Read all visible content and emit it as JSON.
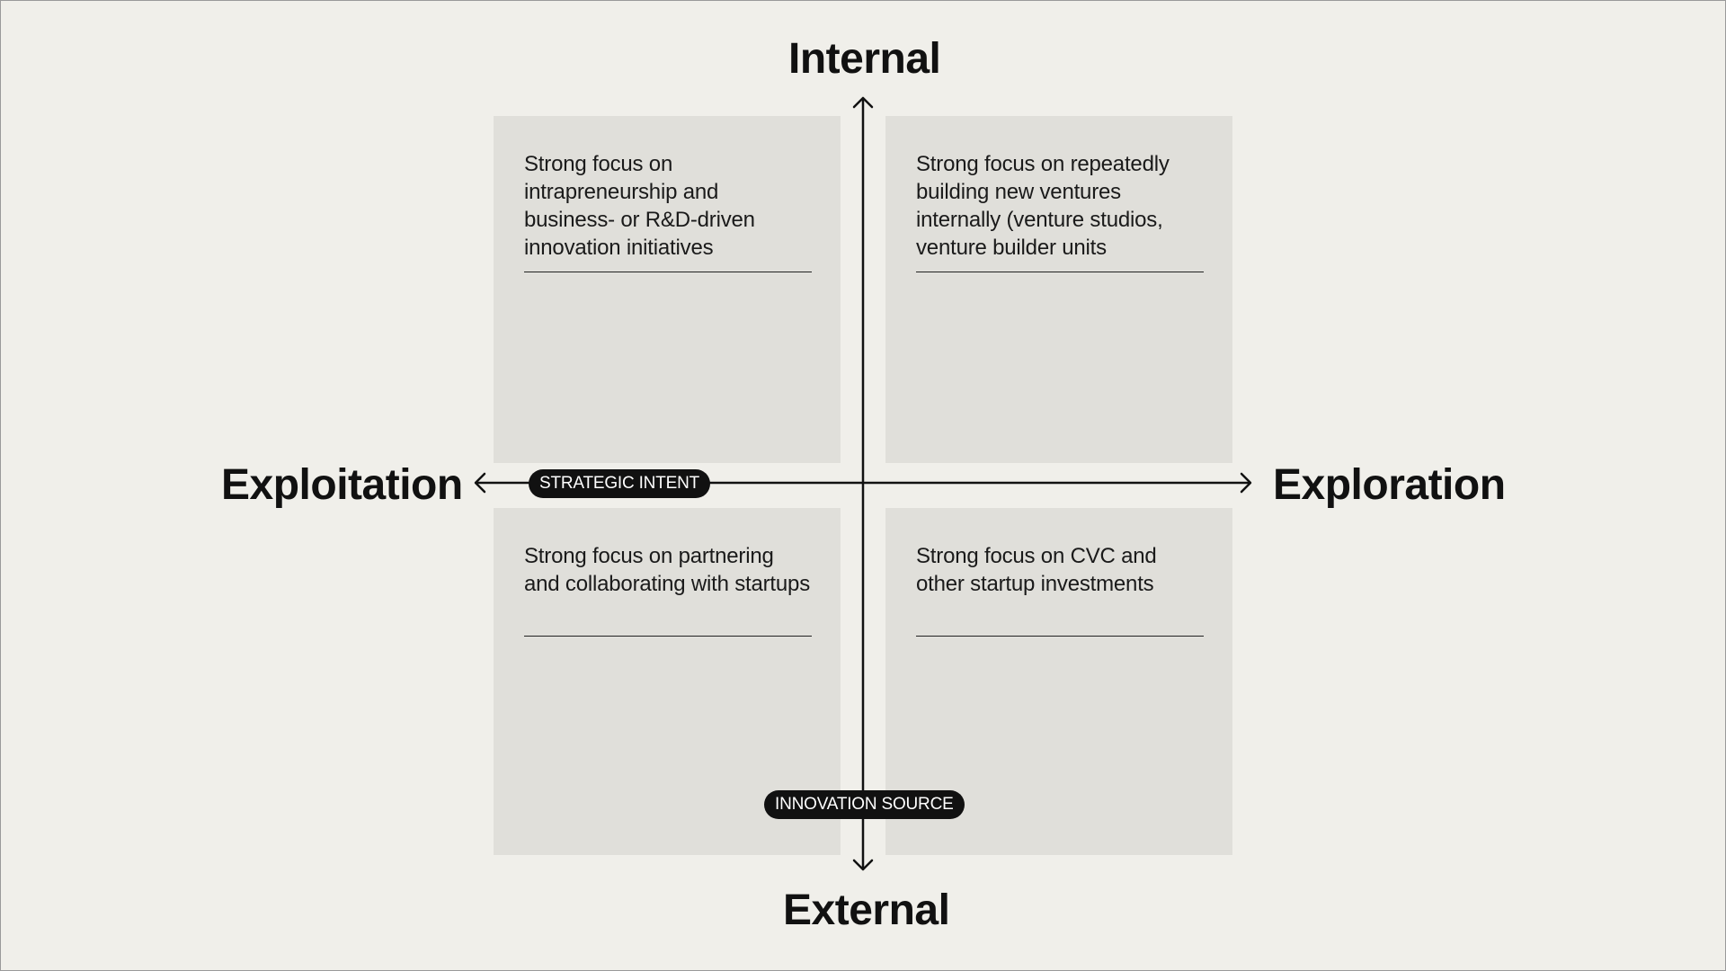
{
  "axes": {
    "top": "Internal",
    "bottom": "External",
    "left": "Exploitation",
    "right": "Exploration",
    "horizontal_tag": "STRATEGIC INTENT",
    "vertical_tag": "INNOVATION SOURCE"
  },
  "quadrants": {
    "top_left": {
      "text": "Strong focus on intrapreneurship and business- or R&D-driven innovation initiatives"
    },
    "top_right": {
      "text": "Strong focus on repeatedly building new ventures internally (venture studios, venture builder units"
    },
    "bottom_left": {
      "text": "Strong focus on partnering and collaborating with startups"
    },
    "bottom_right": {
      "text": "Strong focus on CVC and other startup investments"
    }
  },
  "colors": {
    "background": "#f0efea",
    "quadrant_fill": "#e0dfda",
    "ink": "#111111"
  }
}
